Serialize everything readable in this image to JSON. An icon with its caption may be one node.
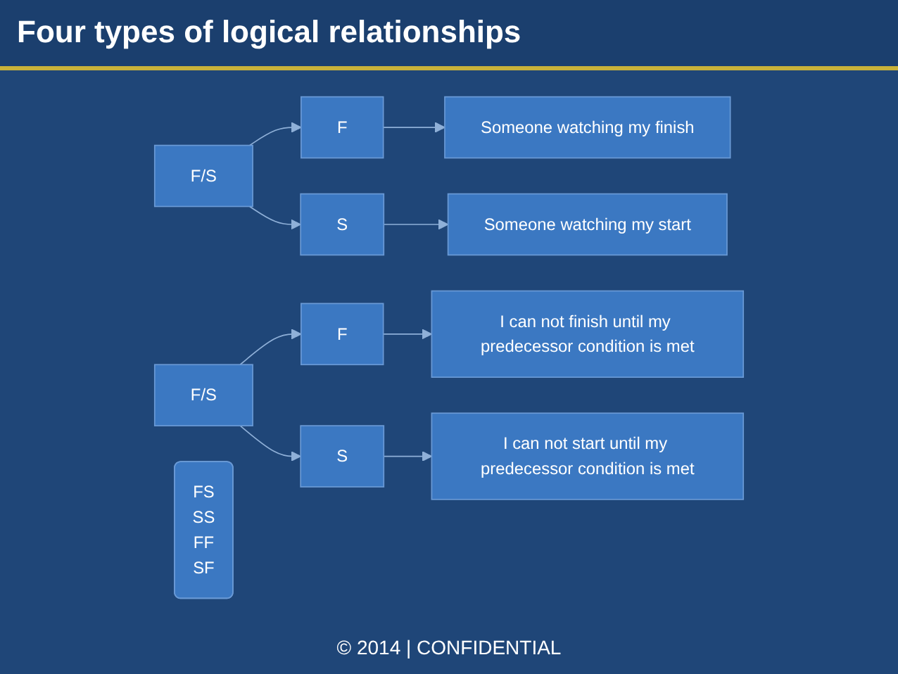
{
  "diagram": {
    "title": "Four types of logical relationships",
    "nodes": [
      {
        "text": [
          "Someone watching my finish"
        ]
      },
      {
        "text": [
          "F"
        ]
      },
      {
        "text": [
          "F/S"
        ]
      },
      {
        "text": [
          "F/S"
        ]
      },
      {
        "text": [
          "F"
        ]
      },
      {
        "text": [
          "I can not finish until my predecessor condition is met"
        ]
      },
      {
        "text": [
          "Someone watching my start"
        ]
      },
      {
        "text": [
          "S"
        ]
      },
      {
        "text": [
          "S"
        ]
      },
      {
        "text": [
          "I can not start until my predecessor condition is met"
        ]
      },
      {
        "text": [
          "FS",
          "SS",
          "FF",
          "SF"
        ]
      }
    ],
    "edges": [
      {
        "from": 1,
        "to": 0,
        "arrow": "to"
      },
      {
        "from": 2,
        "to": 1,
        "arrow": "to"
      },
      {
        "from": 2,
        "to": 7,
        "arrow": "to"
      },
      {
        "from": 7,
        "to": 6,
        "arrow": "to"
      },
      {
        "from": 3,
        "to": 4,
        "arrow": "to"
      },
      {
        "from": 3,
        "to": 8,
        "arrow": "to"
      },
      {
        "from": 4,
        "to": 5,
        "arrow": "to"
      },
      {
        "from": 8,
        "to": 9,
        "arrow": "to"
      }
    ],
    "labels": [
      "© 2014 | CONFIDENTIAL"
    ]
  }
}
